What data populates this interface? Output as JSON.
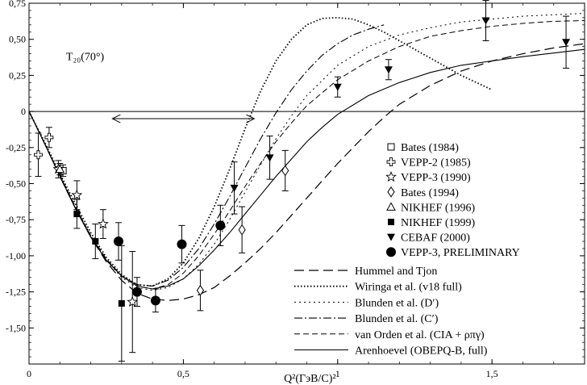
{
  "chart_data": {
    "type": "scatter",
    "title": "",
    "xlabel": "Q²(ГэВ/С)²",
    "ylabel": "",
    "xlim": [
      0,
      1.8
    ],
    "ylim": [
      -1.75,
      0.75
    ],
    "xticks": [
      0,
      0.5,
      1,
      1.5
    ],
    "xtick_labels": [
      "0",
      "0,5",
      "1",
      "1,5"
    ],
    "yticks": [
      0.75,
      0.5,
      0.25,
      0,
      -0.25,
      -0.5,
      -0.75,
      -1,
      -1.25,
      -1.5
    ],
    "ytick_labels": [
      "0,75",
      "0,50",
      "0,25",
      "0",
      "-0,25",
      "-0,50",
      "-0,75",
      "-1,00",
      "-1,25",
      "-1,50"
    ],
    "annotation": "T₂₀(70°)",
    "arrow_range": [
      0.27,
      0.73
    ],
    "arrow_y": -0.05,
    "data_series": [
      {
        "name": "Bates (1984)",
        "marker": "square-open",
        "points": [
          {
            "x": 0.11,
            "y": -0.41,
            "err": 0.04
          }
        ]
      },
      {
        "name": "VEPP-2 (1985)",
        "marker": "cross-open",
        "points": [
          {
            "x": 0.03,
            "y": -0.3,
            "err": 0.15
          },
          {
            "x": 0.065,
            "y": -0.18,
            "err": 0.07
          }
        ]
      },
      {
        "name": "VEPP-3 (1990)",
        "marker": "star-open",
        "points": [
          {
            "x": 0.095,
            "y": -0.4,
            "err": 0.06
          },
          {
            "x": 0.155,
            "y": -0.58,
            "err": 0.1
          },
          {
            "x": 0.24,
            "y": -0.78,
            "err": 0.1
          },
          {
            "x": 0.335,
            "y": -1.32,
            "err": 0.35
          }
        ]
      },
      {
        "name": "Bates (1994)",
        "marker": "diamond-open",
        "points": [
          {
            "x": 0.555,
            "y": -1.24,
            "err": 0.14
          },
          {
            "x": 0.69,
            "y": -0.82,
            "err": 0.16
          },
          {
            "x": 0.83,
            "y": -0.41,
            "err": 0.14
          }
        ]
      },
      {
        "name": "NIKHEF (1996)",
        "marker": "triangle-open",
        "points": [
          {
            "x": 0.1,
            "y": -0.4,
            "err": 0.04
          }
        ]
      },
      {
        "name": "NIKHEF (1999)",
        "marker": "square-filled",
        "points": [
          {
            "x": 0.155,
            "y": -0.71,
            "err": 0.1
          },
          {
            "x": 0.215,
            "y": -0.9,
            "err": 0.12
          },
          {
            "x": 0.3,
            "y": -1.33,
            "err": 0.4
          }
        ]
      },
      {
        "name": "CEBAF  (2000)",
        "marker": "triangle-down-filled",
        "points": [
          {
            "x": 0.665,
            "y": -0.53,
            "err": 0.18
          },
          {
            "x": 0.78,
            "y": -0.32,
            "err": 0.15
          },
          {
            "x": 1.0,
            "y": 0.17,
            "err": 0.07
          },
          {
            "x": 1.165,
            "y": 0.29,
            "err": 0.07
          },
          {
            "x": 1.48,
            "y": 0.63,
            "err": 0.14
          },
          {
            "x": 1.74,
            "y": 0.48,
            "err": 0.18
          }
        ]
      },
      {
        "name": "VEPP-3, PRELIMINARY",
        "marker": "circle-filled",
        "points": [
          {
            "x": 0.29,
            "y": -0.9,
            "err": 0.13
          },
          {
            "x": 0.35,
            "y": -1.25,
            "err": 0.1
          },
          {
            "x": 0.41,
            "y": -1.31,
            "err": 0.08
          },
          {
            "x": 0.495,
            "y": -0.92,
            "err": 0.13
          },
          {
            "x": 0.62,
            "y": -0.79,
            "err": 0.14
          }
        ]
      }
    ],
    "curves": [
      {
        "name": "Hummel and Tjon",
        "dash": "12,6",
        "width": 1.2,
        "points": [
          [
            0,
            0
          ],
          [
            0.05,
            -0.22
          ],
          [
            0.1,
            -0.45
          ],
          [
            0.15,
            -0.67
          ],
          [
            0.2,
            -0.87
          ],
          [
            0.25,
            -1.04
          ],
          [
            0.3,
            -1.17
          ],
          [
            0.35,
            -1.26
          ],
          [
            0.4,
            -1.3
          ],
          [
            0.45,
            -1.31
          ],
          [
            0.5,
            -1.3
          ],
          [
            0.55,
            -1.27
          ],
          [
            0.6,
            -1.22
          ],
          [
            0.65,
            -1.14
          ],
          [
            0.7,
            -1.05
          ],
          [
            0.75,
            -0.95
          ],
          [
            0.8,
            -0.84
          ],
          [
            0.85,
            -0.72
          ],
          [
            0.9,
            -0.6
          ],
          [
            0.95,
            -0.48
          ],
          [
            1.0,
            -0.36
          ],
          [
            1.05,
            -0.25
          ],
          [
            1.1,
            -0.14
          ],
          [
            1.15,
            -0.04
          ],
          [
            1.2,
            0.05
          ],
          [
            1.3,
            0.18
          ],
          [
            1.4,
            0.28
          ],
          [
            1.5,
            0.35
          ],
          [
            1.6,
            0.4
          ],
          [
            1.7,
            0.44
          ],
          [
            1.8,
            0.47
          ]
        ]
      },
      {
        "name": "Wiringa et al. (v18 full)",
        "dash": "1.5,2.5",
        "width": 1.8,
        "points": [
          [
            0,
            0
          ],
          [
            0.05,
            -0.21
          ],
          [
            0.1,
            -0.43
          ],
          [
            0.15,
            -0.64
          ],
          [
            0.2,
            -0.84
          ],
          [
            0.25,
            -1.01
          ],
          [
            0.3,
            -1.13
          ],
          [
            0.35,
            -1.2
          ],
          [
            0.4,
            -1.21
          ],
          [
            0.45,
            -1.16
          ],
          [
            0.5,
            -1.05
          ],
          [
            0.55,
            -0.88
          ],
          [
            0.6,
            -0.66
          ],
          [
            0.65,
            -0.4
          ],
          [
            0.7,
            -0.12
          ],
          [
            0.75,
            0.14
          ],
          [
            0.8,
            0.35
          ],
          [
            0.85,
            0.5
          ],
          [
            0.9,
            0.6
          ],
          [
            0.95,
            0.645
          ],
          [
            1.0,
            0.65
          ],
          [
            1.05,
            0.64
          ],
          [
            1.1,
            0.6
          ],
          [
            1.15,
            0.55
          ],
          [
            1.2,
            0.49
          ],
          [
            1.3,
            0.37
          ],
          [
            1.4,
            0.25
          ],
          [
            1.5,
            0.15
          ]
        ]
      },
      {
        "name": "Blunden et al. (D′)",
        "dash": "2,4",
        "width": 1.0,
        "points": [
          [
            0,
            0
          ],
          [
            0.05,
            -0.22
          ],
          [
            0.1,
            -0.44
          ],
          [
            0.15,
            -0.66
          ],
          [
            0.2,
            -0.86
          ],
          [
            0.25,
            -1.03
          ],
          [
            0.3,
            -1.15
          ],
          [
            0.35,
            -1.22
          ],
          [
            0.4,
            -1.24
          ],
          [
            0.45,
            -1.22
          ],
          [
            0.5,
            -1.16
          ],
          [
            0.55,
            -1.06
          ],
          [
            0.6,
            -0.92
          ],
          [
            0.65,
            -0.75
          ],
          [
            0.7,
            -0.56
          ],
          [
            0.75,
            -0.37
          ],
          [
            0.8,
            -0.19
          ],
          [
            0.85,
            -0.03
          ],
          [
            0.9,
            0.11
          ],
          [
            1.0,
            0.32
          ],
          [
            1.1,
            0.45
          ],
          [
            1.2,
            0.53
          ],
          [
            1.3,
            0.58
          ],
          [
            1.4,
            0.62
          ],
          [
            1.5,
            0.64
          ],
          [
            1.6,
            0.66
          ],
          [
            1.7,
            0.67
          ],
          [
            1.8,
            0.68
          ]
        ]
      },
      {
        "name": "Blunden et al. (C′)",
        "dash": "10,3,2,3",
        "width": 1.1,
        "points": [
          [
            0,
            0
          ],
          [
            0.05,
            -0.22
          ],
          [
            0.1,
            -0.45
          ],
          [
            0.15,
            -0.67
          ],
          [
            0.2,
            -0.87
          ],
          [
            0.25,
            -1.03
          ],
          [
            0.3,
            -1.14
          ],
          [
            0.35,
            -1.2
          ],
          [
            0.4,
            -1.21
          ],
          [
            0.45,
            -1.17
          ],
          [
            0.5,
            -1.08
          ],
          [
            0.55,
            -0.95
          ],
          [
            0.6,
            -0.78
          ],
          [
            0.65,
            -0.59
          ],
          [
            0.7,
            -0.39
          ],
          [
            0.75,
            -0.19
          ],
          [
            0.8,
            -0.01
          ],
          [
            0.85,
            0.15
          ],
          [
            0.9,
            0.28
          ],
          [
            0.95,
            0.39
          ],
          [
            1.0,
            0.47
          ],
          [
            1.05,
            0.53
          ],
          [
            1.1,
            0.57
          ],
          [
            1.15,
            0.6
          ]
        ]
      },
      {
        "name": "van Orden et al. (CIA + ρπγ)",
        "dash": "7,4",
        "width": 1.0,
        "points": [
          [
            0,
            0
          ],
          [
            0.05,
            -0.22
          ],
          [
            0.1,
            -0.44
          ],
          [
            0.15,
            -0.66
          ],
          [
            0.2,
            -0.86
          ],
          [
            0.25,
            -1.02
          ],
          [
            0.3,
            -1.14
          ],
          [
            0.35,
            -1.21
          ],
          [
            0.4,
            -1.23
          ],
          [
            0.45,
            -1.2
          ],
          [
            0.5,
            -1.12
          ],
          [
            0.55,
            -1.0
          ],
          [
            0.6,
            -0.85
          ],
          [
            0.65,
            -0.69
          ],
          [
            0.7,
            -0.52
          ],
          [
            0.75,
            -0.36
          ],
          [
            0.8,
            -0.21
          ],
          [
            0.85,
            -0.08
          ],
          [
            0.9,
            0.04
          ],
          [
            1.0,
            0.22
          ],
          [
            1.1,
            0.35
          ],
          [
            1.2,
            0.45
          ],
          [
            1.3,
            0.52
          ],
          [
            1.4,
            0.56
          ],
          [
            1.5,
            0.59
          ],
          [
            1.6,
            0.61
          ],
          [
            1.7,
            0.625
          ],
          [
            1.8,
            0.63
          ]
        ]
      },
      {
        "name": "Arenhoevel (OBEPQ-B, full)",
        "dash": "",
        "width": 1.1,
        "points": [
          [
            0,
            0
          ],
          [
            0.05,
            -0.22
          ],
          [
            0.1,
            -0.45
          ],
          [
            0.15,
            -0.67
          ],
          [
            0.2,
            -0.87
          ],
          [
            0.25,
            -1.03
          ],
          [
            0.3,
            -1.14
          ],
          [
            0.35,
            -1.21
          ],
          [
            0.4,
            -1.23
          ],
          [
            0.45,
            -1.21
          ],
          [
            0.5,
            -1.16
          ],
          [
            0.55,
            -1.07
          ],
          [
            0.6,
            -0.96
          ],
          [
            0.65,
            -0.84
          ],
          [
            0.7,
            -0.71
          ],
          [
            0.75,
            -0.58
          ],
          [
            0.8,
            -0.45
          ],
          [
            0.85,
            -0.33
          ],
          [
            0.9,
            -0.21
          ],
          [
            0.95,
            -0.11
          ],
          [
            1.0,
            -0.02
          ],
          [
            1.1,
            0.11
          ],
          [
            1.2,
            0.2
          ],
          [
            1.3,
            0.27
          ],
          [
            1.4,
            0.32
          ],
          [
            1.5,
            0.35
          ],
          [
            1.6,
            0.38
          ],
          [
            1.7,
            0.405
          ],
          [
            1.8,
            0.43
          ]
        ]
      }
    ]
  }
}
